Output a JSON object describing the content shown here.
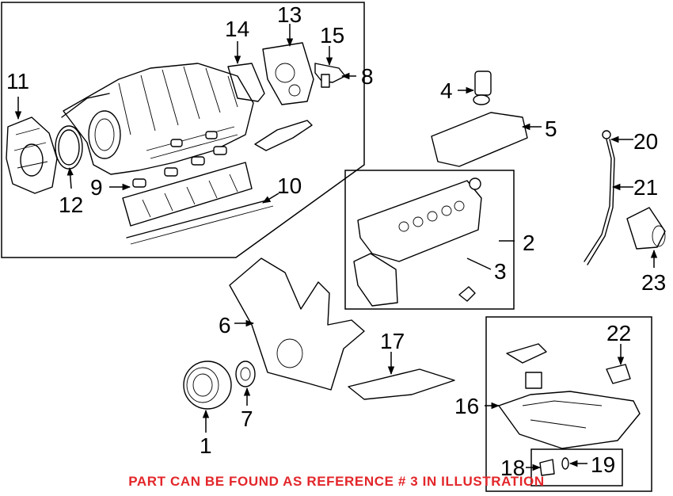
{
  "footer_note": "PART CAN BE FOUND AS REFERENCE # 3 IN ILLUSTRATION",
  "highlight_color": "#e3262a",
  "callouts": {
    "c1": "1",
    "c2": "2",
    "c3": "3",
    "c4": "4",
    "c5": "5",
    "c6": "6",
    "c7": "7",
    "c8": "8",
    "c9": "9",
    "c10": "10",
    "c11": "11",
    "c12": "12",
    "c13": "13",
    "c14": "14",
    "c15": "15",
    "c16": "16",
    "c17": "17",
    "c18": "18",
    "c19": "19",
    "c20": "20",
    "c21": "21",
    "c22": "22",
    "c23": "23"
  }
}
